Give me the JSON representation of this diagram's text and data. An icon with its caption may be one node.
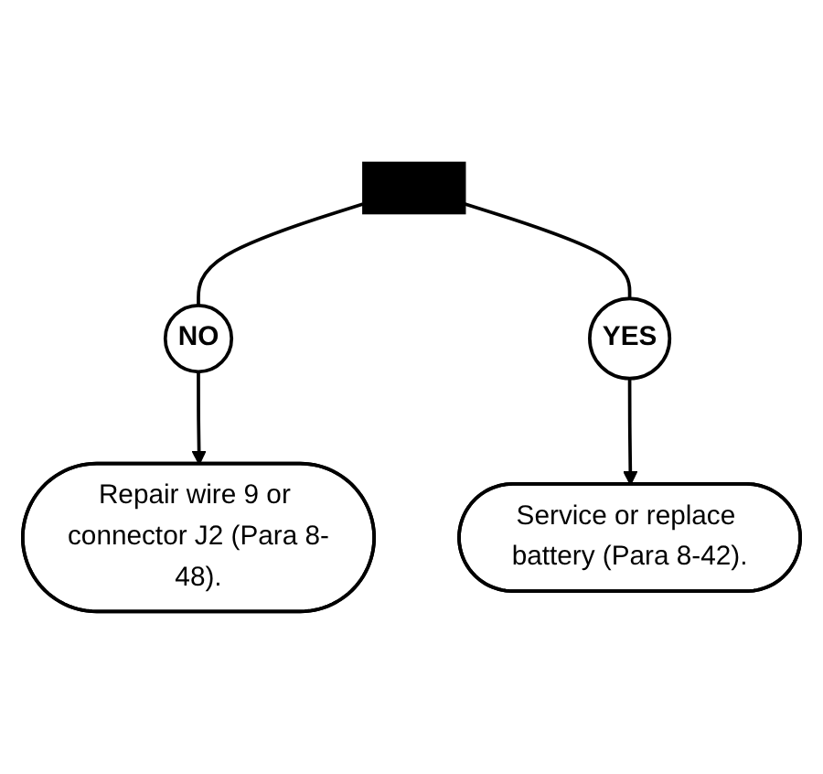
{
  "diagram": {
    "nodes": [
      {
        "text": [],
        "shape": "bar"
      },
      {
        "text": [
          "NO"
        ]
      },
      {
        "text": [
          "Repair wire 9 or connector J2 (Para 8-48)."
        ]
      },
      {
        "text": [
          "YES"
        ]
      },
      {
        "text": [
          "Service or replace battery (Para 8-42)."
        ]
      }
    ],
    "edges": [
      {
        "from": 0,
        "to": 1,
        "arrow": "none"
      },
      {
        "from": 1,
        "to": 2,
        "arrow": "to"
      },
      {
        "from": 0,
        "to": 3,
        "arrow": "none"
      },
      {
        "from": 3,
        "to": 4,
        "arrow": "to"
      }
    ]
  }
}
